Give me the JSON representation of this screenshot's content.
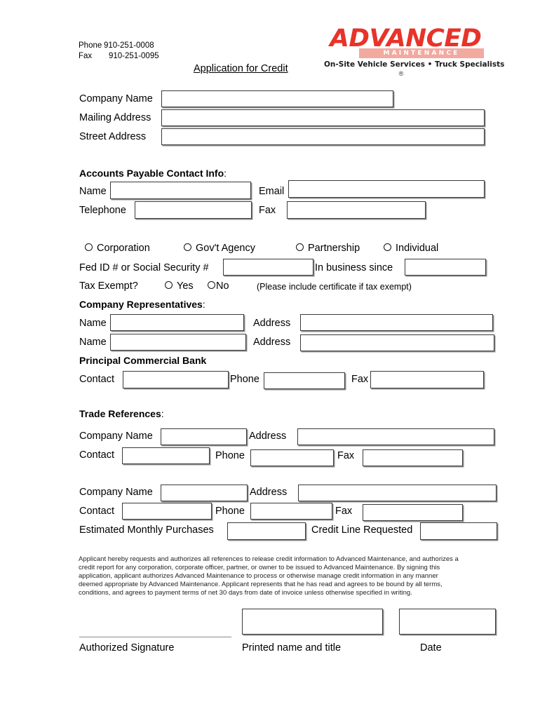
{
  "header": {
    "phone_label": "Phone",
    "phone_value": "910-251-0008",
    "fax_label": "Fax",
    "fax_value": "910-251-0095",
    "title": "Application for Credit"
  },
  "logo": {
    "name": "ADVANCED",
    "sub": "MAINTENANCE",
    "tagline": "On-Site Vehicle Services • Truck Specialists",
    "registered": "®",
    "brand_red": "#E8332A",
    "brand_band": "#F2A9A0"
  },
  "company": {
    "company_name_label": "Company Name",
    "company_name_value": "",
    "mailing_address_label": "Mailing Address",
    "mailing_address_value": "",
    "street_address_label": "Street Address",
    "street_address_value": ""
  },
  "accounts_payable": {
    "heading": "Accounts Payable Contact Info",
    "heading_colon": ":",
    "name_label": "Name",
    "name_value": "",
    "email_label": "Email",
    "email_value": "",
    "telephone_label": "Telephone",
    "telephone_value": "",
    "fax_label": "Fax",
    "fax_value": ""
  },
  "entity_type": {
    "options": [
      {
        "label": "Corporation",
        "selected": false
      },
      {
        "label": "Gov't Agency",
        "selected": false
      },
      {
        "label": "Partnership",
        "selected": false
      },
      {
        "label": "Individual",
        "selected": false
      }
    ],
    "fed_id_label": "Fed ID #  or Social Security #",
    "fed_id_value": "",
    "in_business_label": "In business since",
    "in_business_value": "",
    "tax_exempt_label": "Tax Exempt?",
    "tax_yes_label": "Yes",
    "tax_no_label": "No",
    "tax_note": "(Please include certificate if tax exempt)"
  },
  "company_reps": {
    "heading": "Company Representatives",
    "heading_colon": ":",
    "rows": [
      {
        "name_label": "Name",
        "name_value": "",
        "address_label": "Address",
        "address_value": ""
      },
      {
        "name_label": "Name",
        "name_value": "",
        "address_label": "Address",
        "address_value": ""
      }
    ]
  },
  "bank": {
    "heading": "Principal Commercial Bank",
    "contact_label": "Contact",
    "contact_value": "",
    "phone_label": "Phone",
    "phone_value": "",
    "fax_label": "Fax",
    "fax_value": ""
  },
  "trade_references": {
    "heading": "Trade References",
    "heading_colon": ":",
    "ref1": {
      "company_name_label": "Company Name",
      "company_name_value": "",
      "address_label": "Address",
      "address_value": "",
      "contact_label": "Contact",
      "contact_value": "",
      "phone_label": "Phone",
      "phone_value": "",
      "fax_label": "Fax",
      "fax_value": ""
    },
    "ref2": {
      "company_name_label": "Company Name",
      "company_name_value": "",
      "address_label": "Address",
      "address_value": "",
      "contact_label": "Contact",
      "contact_value": "",
      "phone_label": "Phone",
      "phone_value": "",
      "fax_label": "Fax",
      "fax_value": ""
    }
  },
  "purchases": {
    "estimated_label": "Estimated Monthly Purchases",
    "estimated_value": "",
    "credit_line_label": "Credit Line Requested",
    "credit_line_value": ""
  },
  "legal": {
    "text": "Applicant hereby requests and authorizes all references to release credit information to Advanced Maintenance, and authorizes a credit report for any corporation, corporate officer, partner, or owner to be issued to Advanced Maintenance. By signing this application, applicant authorizes Advanced Maintenance to process or otherwise manage credit information in any manner deemed appropriate by Advanced Maintenance.  Applicant represents that he has read and agrees to be bound by all terms, conditions, and agrees to payment terms of net 30 days from date of invoice unless otherwise specified in writing."
  },
  "signature": {
    "authorized_signature_label": "Authorized Signature",
    "printed_name_label": "Printed name and title",
    "printed_name_value": "",
    "date_label": "Date",
    "date_value": ""
  }
}
